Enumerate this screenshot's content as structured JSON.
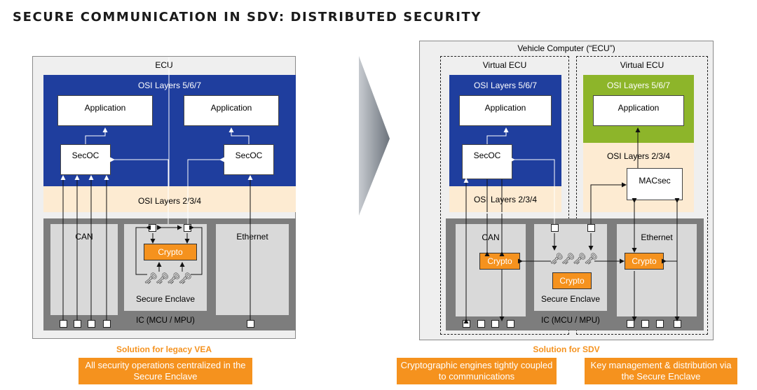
{
  "title": "SECURE COMMUNICATION IN SDV: DISTRIBUTED SECURITY",
  "left": {
    "ecu_label": "ECU",
    "osi_upper": "OSI Layers 5/6/7",
    "app_left": "Application",
    "app_right": "Application",
    "secoc_left": "SecOC",
    "secoc_right": "SecOC",
    "osi_lower": "OSI Layers 2/3/4",
    "can": "CAN",
    "ethernet": "Ethernet",
    "crypto": "Crypto",
    "secure_enclave": "Secure Enclave",
    "ic": "IC (MCU / MPU)"
  },
  "right": {
    "vehicle_computer": "Vehicle Computer (“ECU”)",
    "virtual_ecu_left": "Virtual ECU",
    "virtual_ecu_right": "Virtual ECU",
    "osi_upper_left": "OSI Layers 5/6/7",
    "osi_upper_right": "OSI Layers 5/6/7",
    "app_left": "Application",
    "app_right": "Application",
    "secoc": "SecOC",
    "osi_lower_left": "OSI Layers 2/3/4",
    "osi_lower_right": "OSI Layers 2/3/4",
    "macsec": "MACsec",
    "can": "CAN",
    "ethernet": "Ethernet",
    "crypto_can": "Crypto",
    "crypto_enclave": "Crypto",
    "crypto_eth": "Crypto",
    "secure_enclave": "Secure Enclave",
    "ic": "IC (MCU / MPU)"
  },
  "captions": {
    "legacy_head": "Solution for legacy VEA",
    "legacy_box": "All security operations centralized in the Secure Enclave",
    "sdv_head": "Solution for SDV",
    "sdv_box_left": "Cryptographic engines tightly coupled to communications",
    "sdv_box_right": "Key management & distribution via the Secure Enclave"
  },
  "colors": {
    "blue": "#1f3e9e",
    "green": "#8db52a",
    "orange": "#f5921e",
    "peach": "#fdebd2",
    "gray": "#7d7d7d"
  },
  "icons": {
    "keys": "key-cluster-icon",
    "arrow": "chevron-right-arrow"
  }
}
